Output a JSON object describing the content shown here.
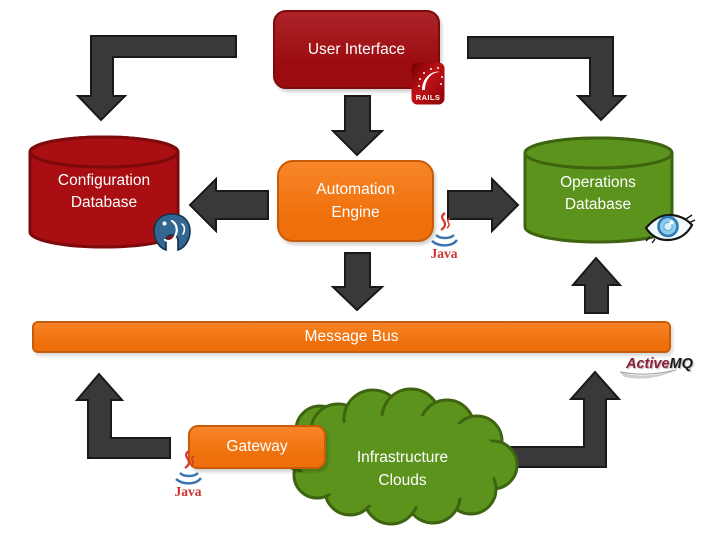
{
  "nodes": {
    "user_interface": {
      "label": "User Interface"
    },
    "configuration_database": {
      "label": "Configuration Database"
    },
    "automation_engine": {
      "label": "Automation Engine"
    },
    "operations_database": {
      "label": "Operations Database"
    },
    "message_bus": {
      "label": "Message Bus"
    },
    "gateway": {
      "label": "Gateway"
    },
    "infrastructure_clouds": {
      "label": "Infrastructure Clouds"
    }
  },
  "logos": {
    "rails": {
      "label": "RAILS"
    },
    "java_automation": {
      "label": "Java"
    },
    "java_gateway": {
      "label": "Java"
    },
    "activemq": {
      "active": "Active",
      "mq": "MQ"
    }
  },
  "icons": {
    "rails": "rails-logo",
    "postgresql": "postgresql-elephant-logo",
    "java": "java-coffee-cup-logo",
    "eye": "eye-logo",
    "activemq": "activemq-feather-logo"
  },
  "colors": {
    "dark_red_fill": "#A30C10",
    "dark_red_border": "#7E0A0C",
    "orange_fill": "#F8750C",
    "orange_border": "#C85C09",
    "green_fill": "#5C931D",
    "green_border": "#3E6410",
    "arrow_fill": "#393939",
    "arrow_border": "#191919",
    "label_text": "#FFFFFF"
  }
}
